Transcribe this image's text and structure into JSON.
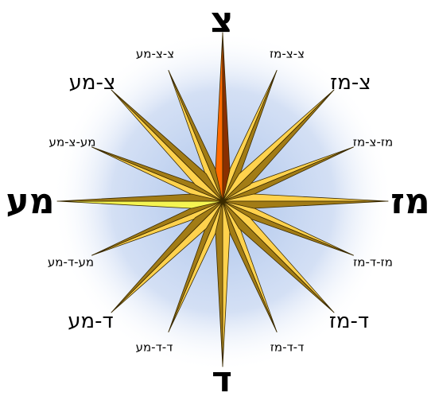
{
  "compass": {
    "cardinal": {
      "n": "צ",
      "e": "מז",
      "s": "ד",
      "w": "מע"
    },
    "intercardinal": {
      "ne": "צ-מז",
      "se": "ד-מז",
      "sw": "ד-מע",
      "nw": "צ-מע"
    },
    "secondary": {
      "nne": "צ-צ-מז",
      "ene": "מז-צ-מז",
      "ese": "מז-ד-מז",
      "sse": "ד-ד-מז",
      "ssw": "ד-ד-מע",
      "wsw": "מע-ד-מע",
      "wnw": "מע-צ-מע",
      "nnw": "צ-צ-מע"
    }
  },
  "colors": {
    "north_point_light": "#ff6a00",
    "north_point_dark": "#8a2f00",
    "star_light": "#ffd24d",
    "star_dark": "#a27c16",
    "west_point_light": "#f5f552",
    "glow": "#a9c2ea"
  }
}
